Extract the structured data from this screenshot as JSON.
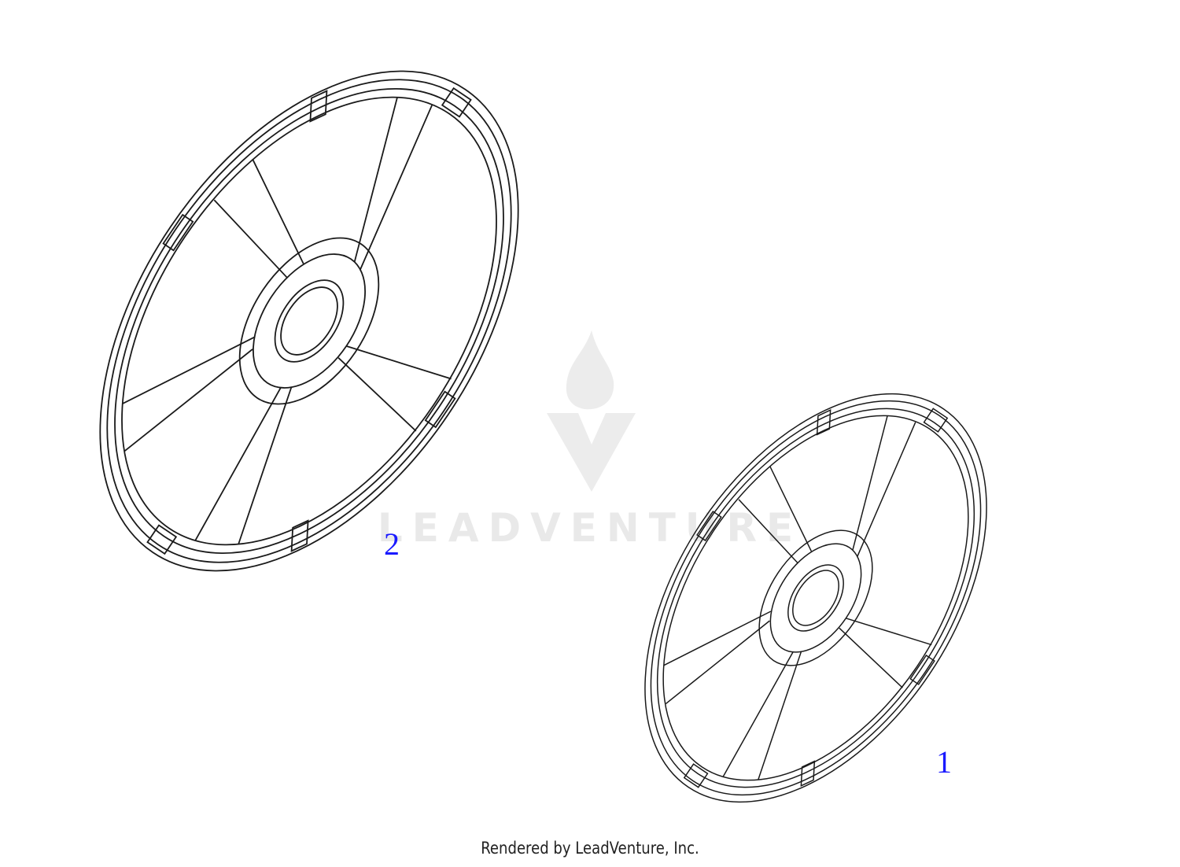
{
  "watermark": {
    "text": "LEADVENTURE"
  },
  "callouts": [
    {
      "id": "2",
      "label": "2"
    },
    {
      "id": "1",
      "label": "1"
    }
  ],
  "footer": {
    "text": "Rendered by LeadVenture, Inc."
  },
  "colors": {
    "callout": "#1a1aff",
    "line": "#1a1a1a",
    "watermark": "#e9e9e9"
  }
}
